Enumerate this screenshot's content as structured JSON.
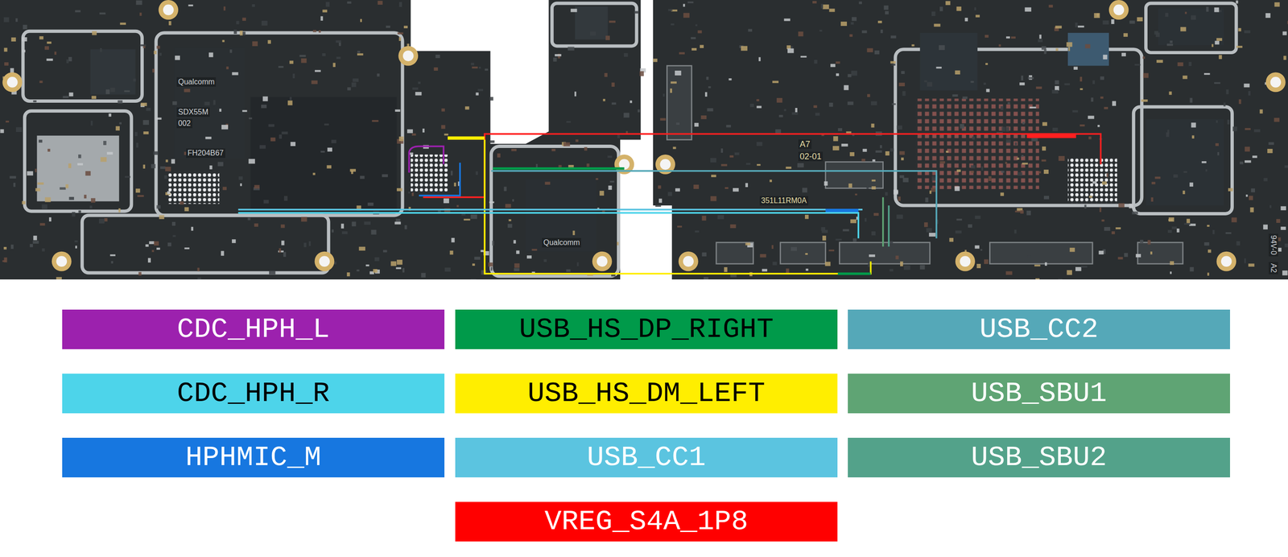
{
  "diagram": {
    "labels": [
      "Qualcomm",
      "SDX55M",
      "002",
      "FH204B67",
      "Qualcomm",
      "A7",
      "02-01",
      "351L11RM0A",
      "94V-0",
      "A2"
    ],
    "legend": [
      {
        "text": "CDC_HPH_L",
        "color": "#9c21ae"
      },
      {
        "text": "USB_HS_DP_RIGHT",
        "color": "#009a4a"
      },
      {
        "text": "USB_CC2",
        "color": "#55a8b8"
      },
      {
        "text": "CDC_HPH_R",
        "color": "#4dd4ea"
      },
      {
        "text": "USB_HS_DM_LEFT",
        "color": "#ffee00"
      },
      {
        "text": "USB_SBU1",
        "color": "#5fa474"
      },
      {
        "text": "HPHMIC_M",
        "color": "#1777e0"
      },
      {
        "text": "USB_CC1",
        "color": "#5bc4e0"
      },
      {
        "text": "USB_SBU2",
        "color": "#53a28a"
      },
      {
        "text": "VREG_S4A_1P8",
        "color": "#ff0000"
      }
    ]
  }
}
